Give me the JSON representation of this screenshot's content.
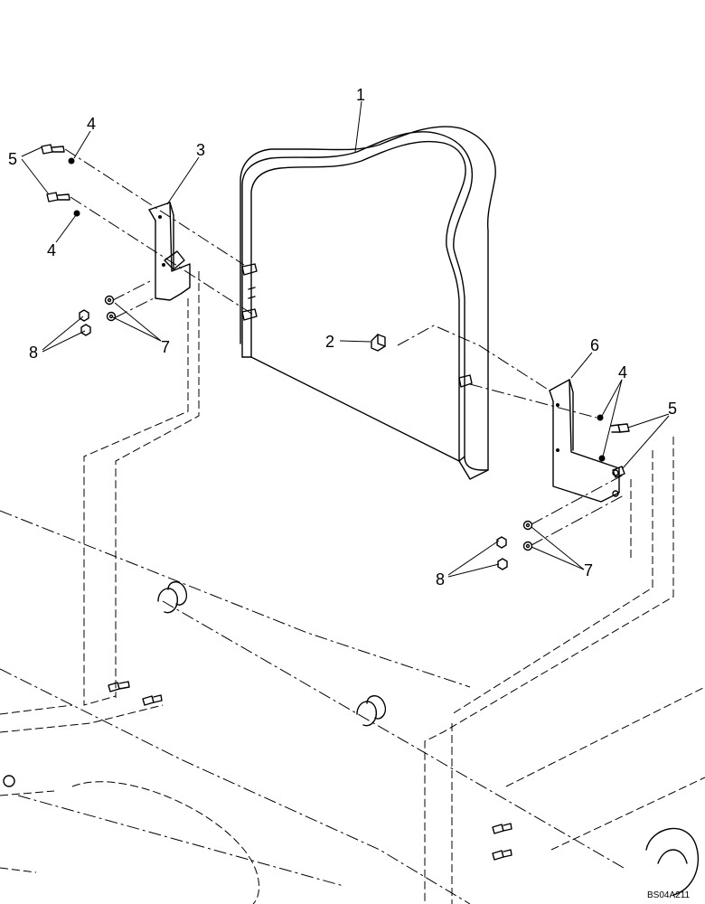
{
  "drawing": {
    "reference": "BS04A211"
  },
  "callouts": [
    {
      "id": "c1",
      "text": "1"
    },
    {
      "id": "c2",
      "text": "2"
    },
    {
      "id": "c3",
      "text": "3"
    },
    {
      "id": "c4a",
      "text": "4"
    },
    {
      "id": "c4b",
      "text": "4"
    },
    {
      "id": "c4c",
      "text": "4"
    },
    {
      "id": "c5a",
      "text": "5"
    },
    {
      "id": "c5b",
      "text": "5"
    },
    {
      "id": "c6",
      "text": "6"
    },
    {
      "id": "c7a",
      "text": "7"
    },
    {
      "id": "c7b",
      "text": "7"
    },
    {
      "id": "c8a",
      "text": "8"
    },
    {
      "id": "c8b",
      "text": "8"
    }
  ]
}
